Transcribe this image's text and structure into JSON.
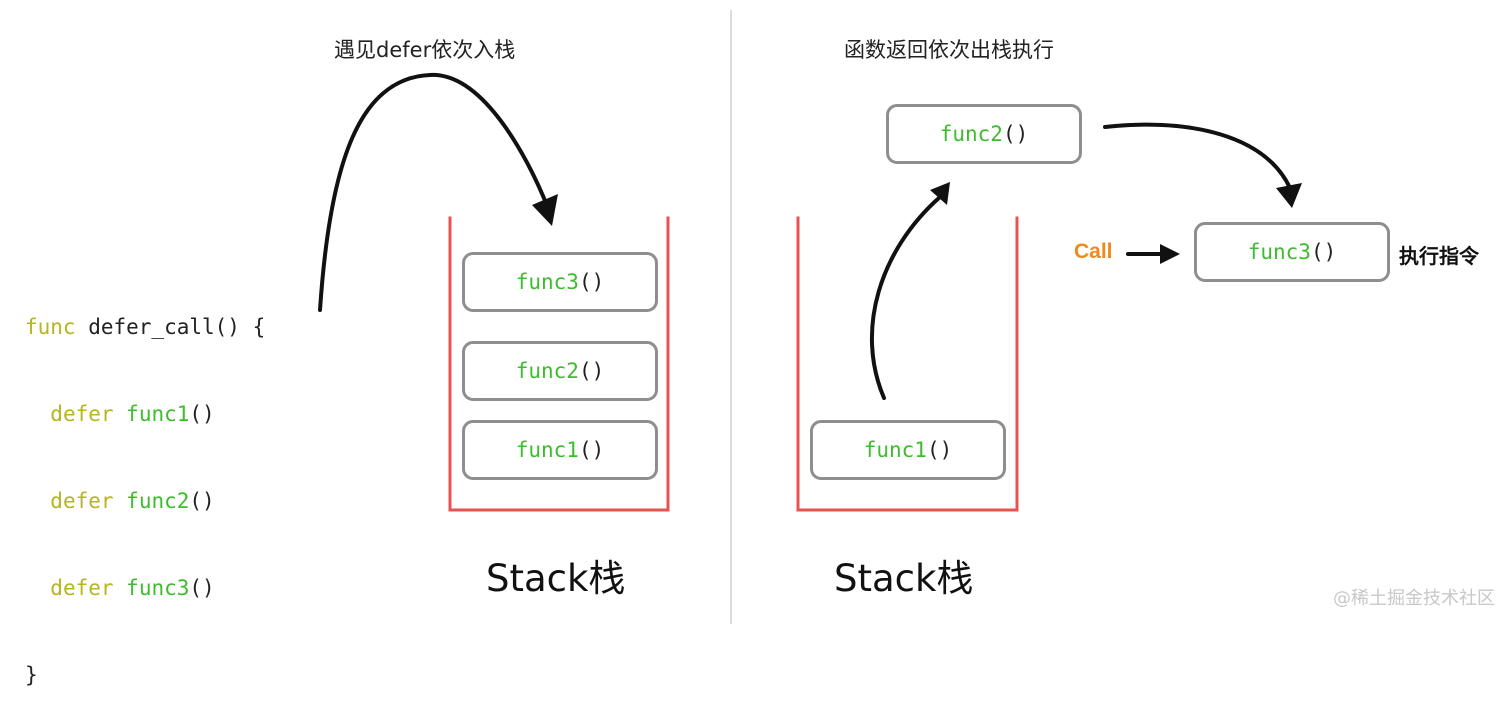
{
  "left_panel": {
    "caption": "遇见defer依次入栈",
    "code": {
      "kw_func": "func",
      "fn_name": " defer_call() {",
      "lines": [
        {
          "kw": "defer",
          "fn": "func1",
          "paren": "()"
        },
        {
          "kw": "defer",
          "fn": "func2",
          "paren": "()"
        },
        {
          "kw": "defer",
          "fn": "func3",
          "paren": "()"
        }
      ],
      "close": "}",
      "indent": "  "
    },
    "stack_items": [
      {
        "fn": "func3",
        "paren": "()"
      },
      {
        "fn": "func2",
        "paren": "()"
      },
      {
        "fn": "func1",
        "paren": "()"
      }
    ],
    "stack_label": "Stack栈"
  },
  "right_panel": {
    "caption": "函数返回依次出栈执行",
    "popped_item": {
      "fn": "func2",
      "paren": "()"
    },
    "executing_item": {
      "fn": "func3",
      "paren": "()"
    },
    "stack_item": {
      "fn": "func1",
      "paren": "()"
    },
    "call_label": "Call",
    "exec_label": "执行指令",
    "stack_label": "Stack栈"
  },
  "watermark": "@稀土掘金技术社区",
  "colors": {
    "stack_wall": "#e8524f",
    "box_border": "#8e8e8e",
    "keyword": "#b5b520",
    "function": "#3cbd2c",
    "call": "#f08a1c",
    "arrow": "#111111"
  }
}
